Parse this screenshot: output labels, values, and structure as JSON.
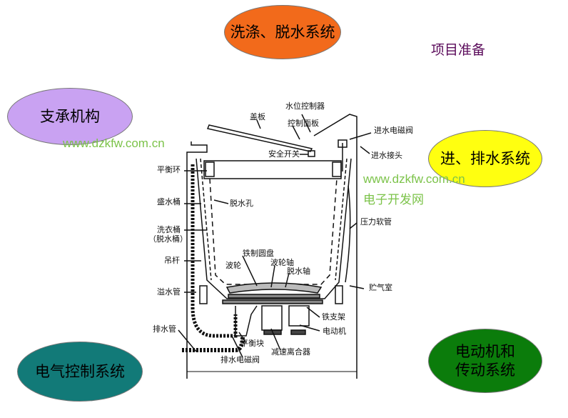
{
  "title": "项目准备",
  "systems": {
    "wash": "洗涤、脱水系统",
    "support": "支承机构",
    "water": "进、排水系统",
    "electric": "电气控制系统",
    "motor_line1": "电动机和",
    "motor_line2": "传动系统"
  },
  "colors": {
    "wash": "#f26a1b",
    "support": "#c9a2f2",
    "water": "#ffff10",
    "electric": "#127a78",
    "motor": "#0b7c0b"
  },
  "watermark": {
    "url1": "www.dzkfw.com.cn",
    "url2": "www.dzkfw.com.cn",
    "site": "电子开发网"
  },
  "labels": {
    "lid": "盖板",
    "level": "水位控制器",
    "panel": "控制面板",
    "inlet_valve": "进水电磁阀",
    "inlet_joint": "进水接头",
    "safety": "安全开关",
    "balance_ring": "平衡环",
    "outer_tub": "盛水桶",
    "holes": "脱水孔",
    "inner_tub": "洗衣桶",
    "inner_tub2": "（脱水桶）",
    "rod": "吊杆",
    "disc": "铁制圆盘",
    "pulsator": "波轮",
    "pulsator_shaft": "波轮轴",
    "spin_shaft": "脱水轴",
    "hose": "压力软管",
    "air": "贮气室",
    "overflow": "溢水管",
    "bracket": "铁支架",
    "motor": "电动机",
    "drain": "排水管",
    "counterweight": "平衡块",
    "clutch": "减速离合器",
    "drain_valve": "排水电磁阀"
  }
}
